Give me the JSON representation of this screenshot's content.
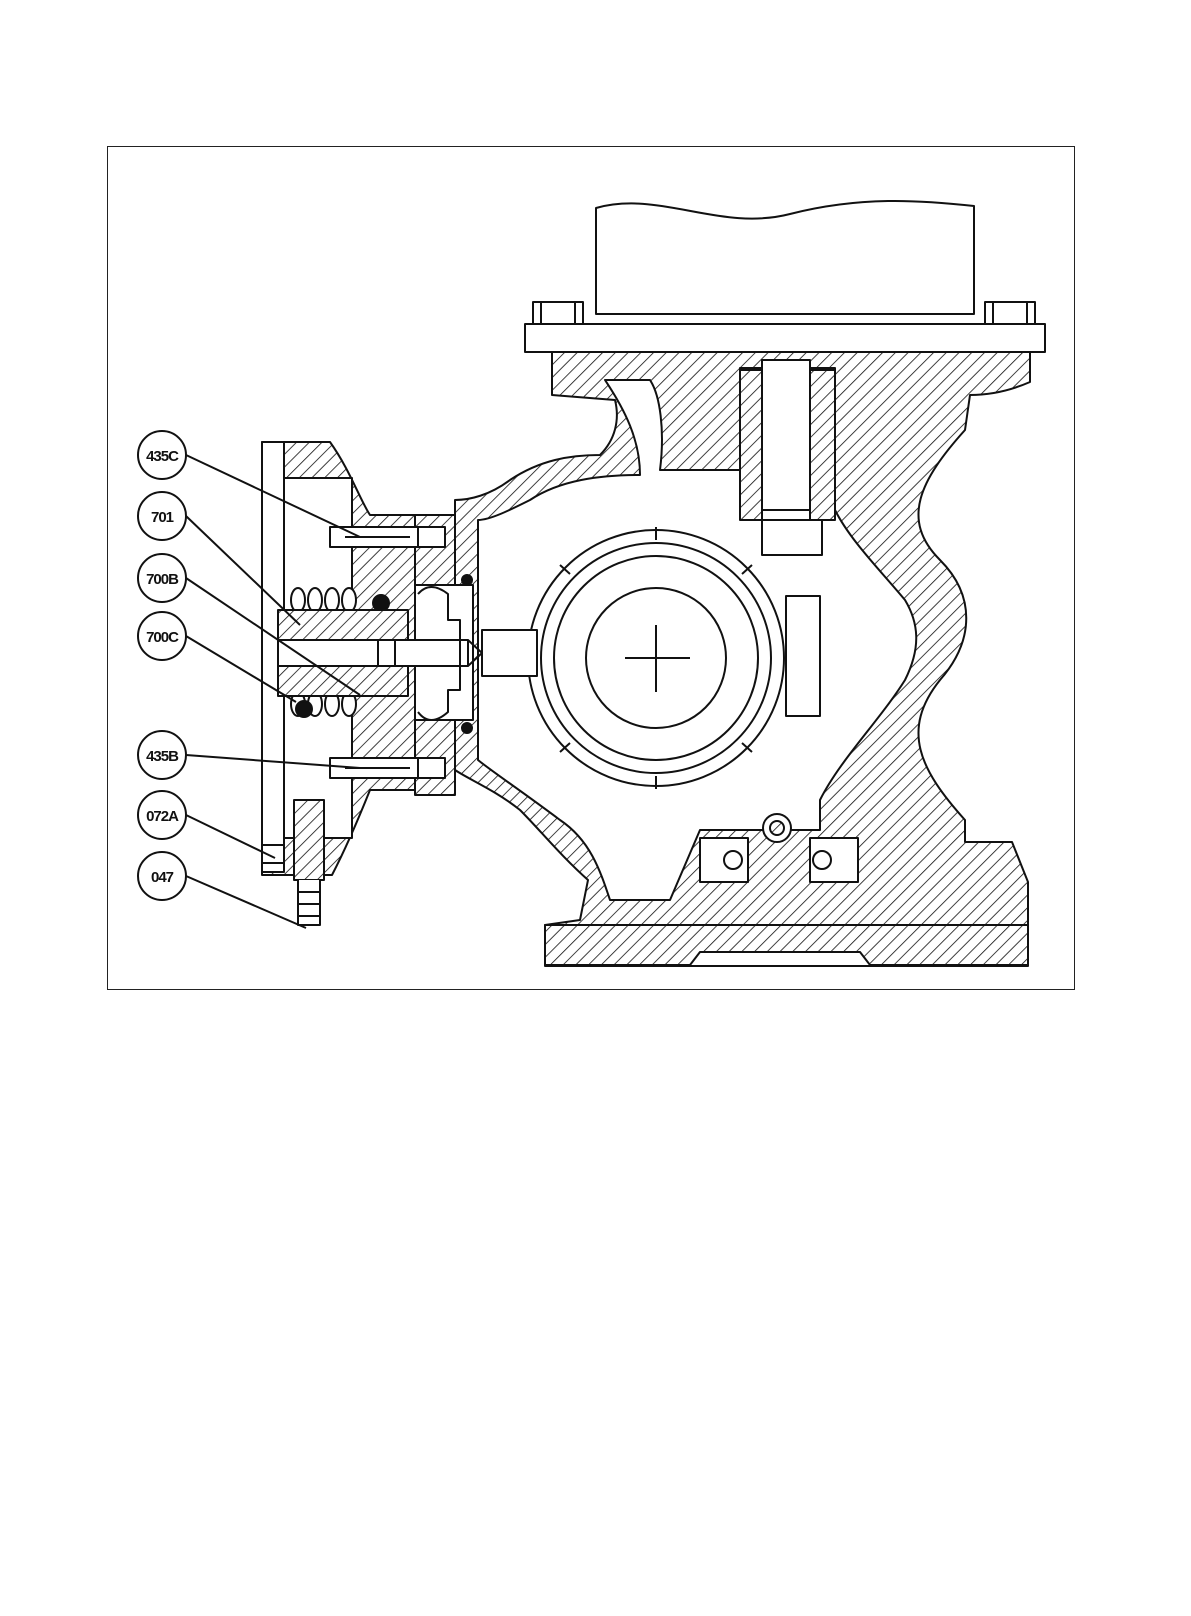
{
  "figure": {
    "callouts": [
      {
        "id": "435C",
        "label": "435C"
      },
      {
        "id": "701",
        "label": "701"
      },
      {
        "id": "700B",
        "label": "700B"
      },
      {
        "id": "700C",
        "label": "700C"
      },
      {
        "id": "435B",
        "label": "435B"
      },
      {
        "id": "072A",
        "label": "072A"
      },
      {
        "id": "047",
        "label": "047"
      }
    ]
  },
  "colors": {
    "ink": "#111111",
    "paper": "#ffffff",
    "frame": "#222222"
  }
}
